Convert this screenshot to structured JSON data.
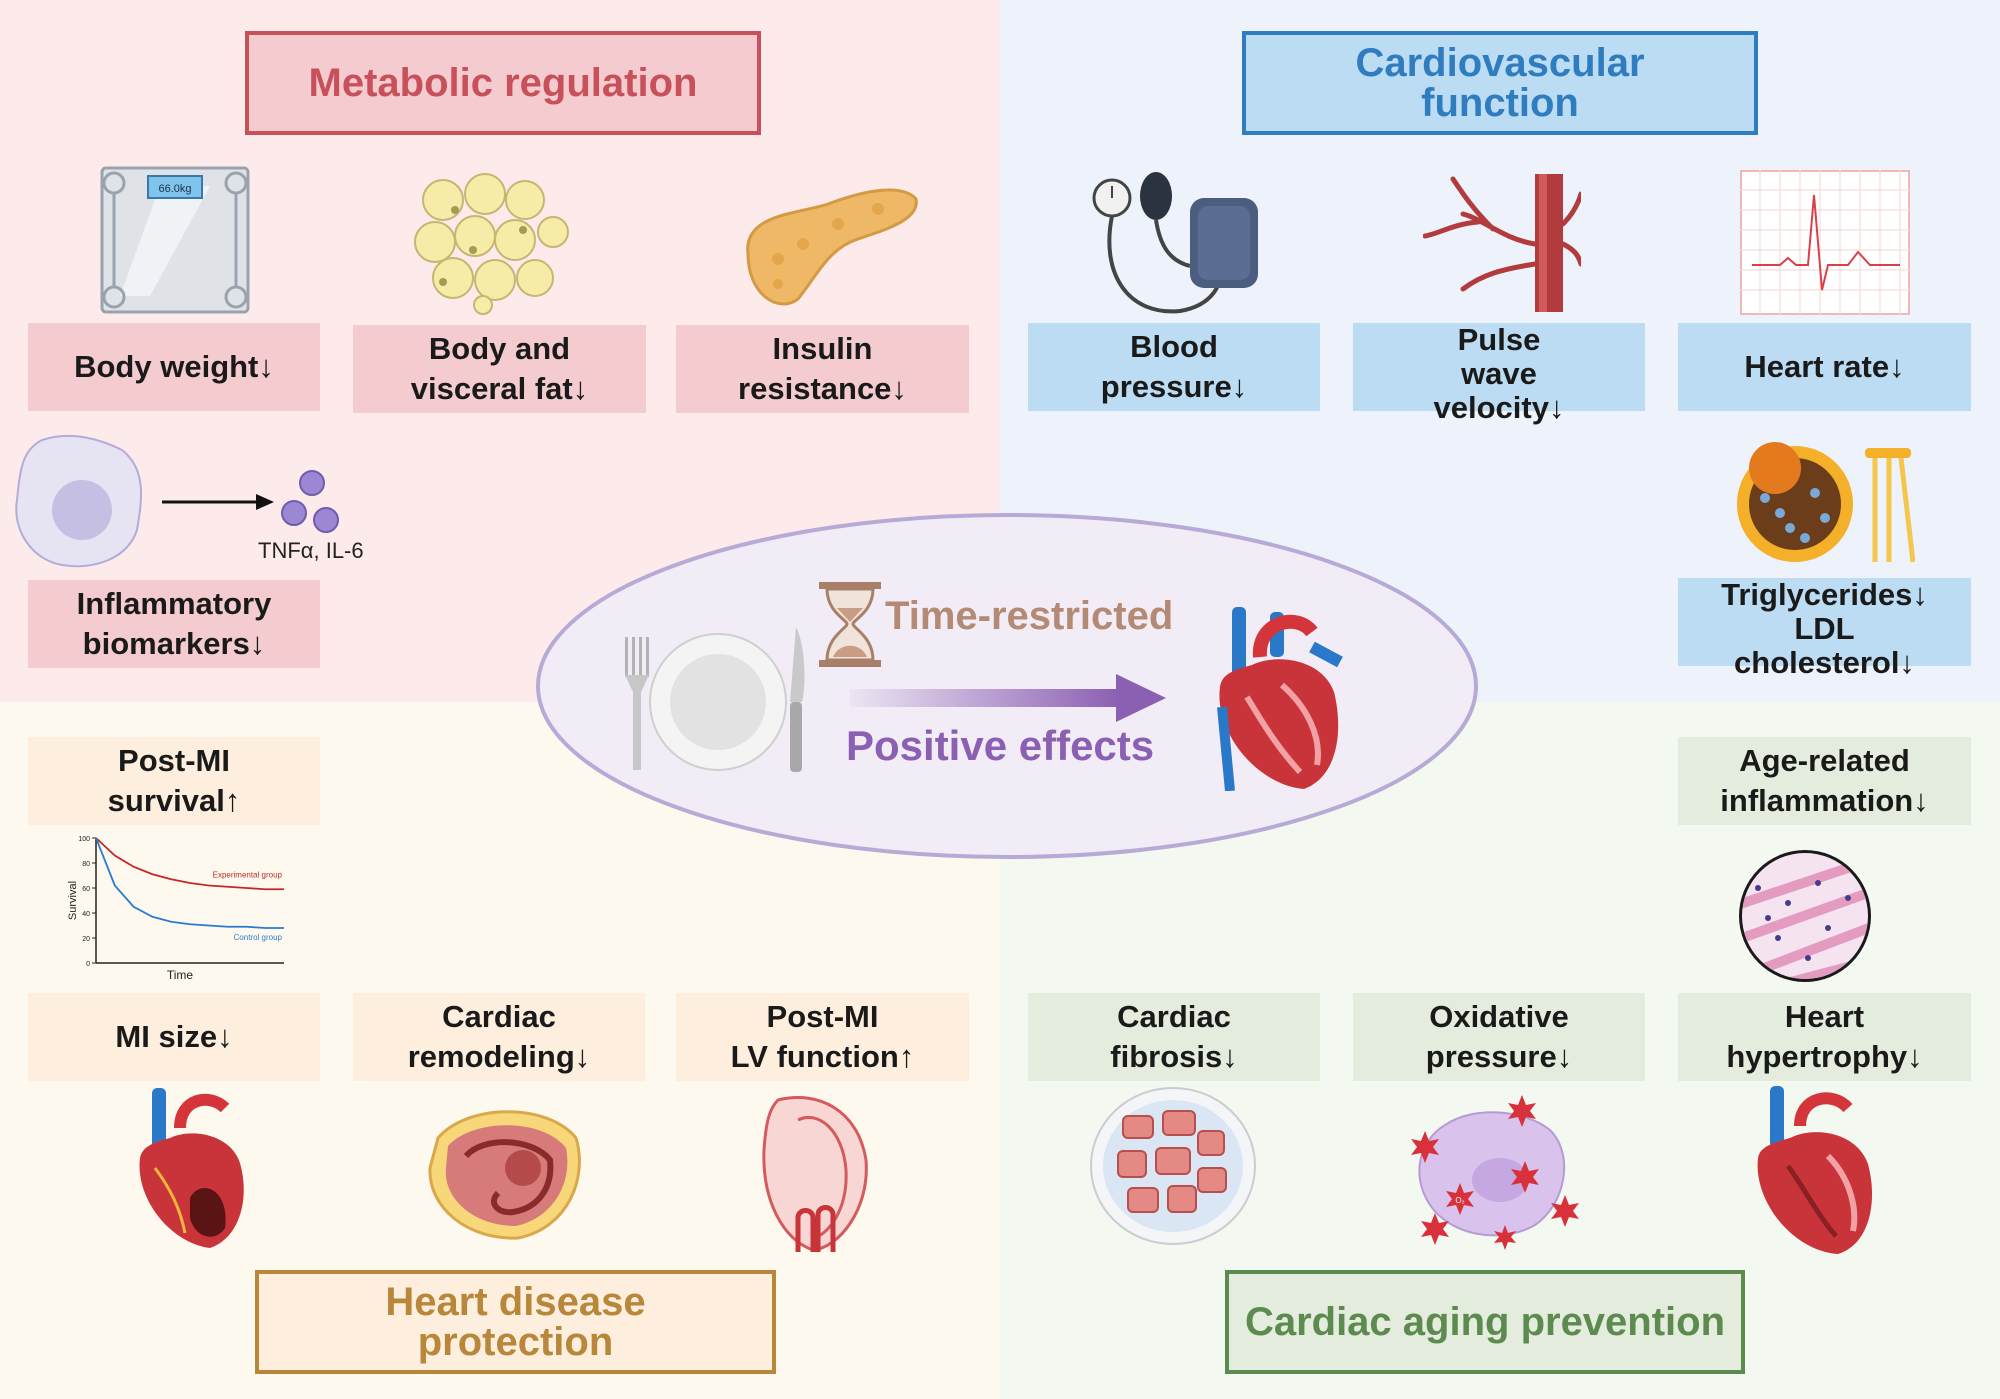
{
  "sections": {
    "metabolic": "Metabolic regulation",
    "cardiovascular_line1": "Cardiovascular",
    "cardiovascular_line2": "function",
    "heart_disease_line1": "Heart disease",
    "heart_disease_line2": "protection",
    "aging": "Cardiac aging prevention"
  },
  "center": {
    "time_restricted": "Time-restricted",
    "positive_effects": "Positive effects"
  },
  "metabolic_items": {
    "body_weight": "Body weight↓",
    "visceral_fat": "Body and\nvisceral fat↓",
    "insulin": "Insulin\nresistance↓",
    "inflammatory": "Inflammatory\nbiomarkers↓",
    "cytokines": "TNFα, IL-6",
    "scale_display": "66.0kg"
  },
  "cardio_items": {
    "blood_pressure": "Blood\npressure↓",
    "pulse_wave": "Pulse\nwave\nvelocity↓",
    "heart_rate": "Heart rate↓",
    "lipids": "Triglycerides↓\nLDL\ncholesterol↓"
  },
  "disease_items": {
    "post_mi_survival": "Post-MI\nsurvival↑",
    "mi_size": "MI size↓",
    "remodeling": "Cardiac\nremodeling↓",
    "lv_function": "Post-MI\nLV function↑"
  },
  "aging_items": {
    "age_inflammation": "Age-related\ninflammation↓",
    "fibrosis": "Cardiac\nfibrosis↓",
    "oxidative": "Oxidative\npressure↓",
    "hypertrophy": "Heart\nhypertrophy↓",
    "ros_label": "O₂"
  },
  "colors": {
    "metabolic": "#c8505a",
    "cardiovascular": "#2f7cbf",
    "heart_disease": "#b8873a",
    "aging": "#5d8a4e",
    "oval_border": "#b8aad6",
    "arrow": "#8b5fb2"
  },
  "chart_data": {
    "type": "line",
    "title": "",
    "xlabel": "Time",
    "ylabel": "Survival",
    "ylim": [
      0,
      100
    ],
    "yticks": [
      0,
      20,
      40,
      60,
      80,
      100
    ],
    "x": [
      0,
      1,
      2,
      3,
      4,
      5,
      6,
      7,
      8,
      9,
      10
    ],
    "series": [
      {
        "name": "Experimental group",
        "color": "#c62828",
        "values": [
          100,
          86,
          77,
          71,
          67,
          64,
          62,
          61,
          60,
          59,
          59
        ]
      },
      {
        "name": "Control group",
        "color": "#2a7bd0",
        "values": [
          100,
          62,
          45,
          37,
          33,
          31,
          30,
          29,
          29,
          28,
          28
        ]
      }
    ],
    "grid": false
  }
}
